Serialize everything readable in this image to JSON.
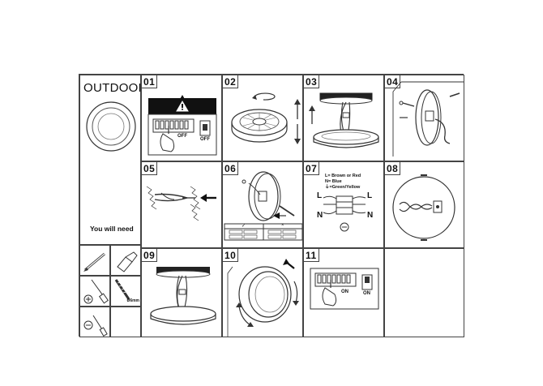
{
  "section_title": "OUTDOOR",
  "you_will_need": "You will need",
  "steps": [
    "01",
    "02",
    "03",
    "04",
    "05",
    "06",
    "07",
    "08",
    "09",
    "10",
    "11"
  ],
  "step01": {
    "switch_label": "OFF",
    "panel_label": "OFF"
  },
  "step07": {
    "legend": [
      "L= Brown or Red",
      "N= Blue",
      "⏚=Green/Yellow"
    ],
    "left_top": "L",
    "right_top": "L",
    "left_bottom": "N",
    "right_bottom": "N"
  },
  "step06": {
    "ok_mark": "✓",
    "bad_mark": "×"
  },
  "step11": {
    "switch_label": "ON",
    "panel_label": "ON"
  },
  "tools": {
    "drill_size": "Ø6mm"
  }
}
